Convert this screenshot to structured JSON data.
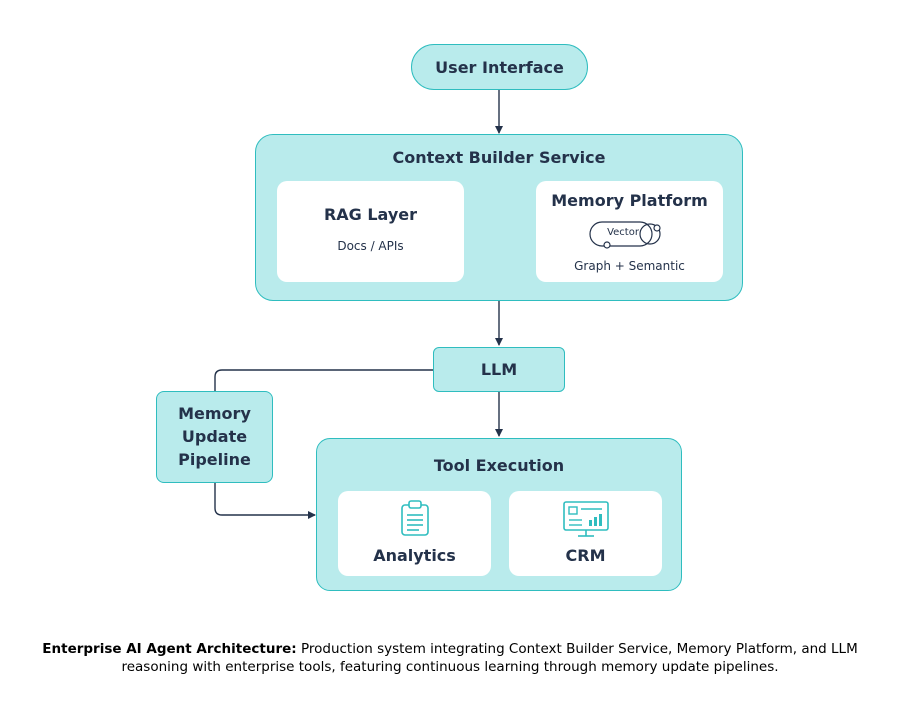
{
  "nodes": {
    "user_interface": "User Interface",
    "context_builder": "Context Builder Service",
    "rag_layer": {
      "title": "RAG Layer",
      "subtitle": "Docs / APIs"
    },
    "memory_platform": {
      "title": "Memory Platform",
      "badge": "Vector",
      "subtitle": "Graph + Semantic"
    },
    "llm": "LLM",
    "memory_update": [
      "Memory",
      "Update",
      "Pipeline"
    ],
    "tool_execution": "Tool Execution",
    "analytics": "Analytics",
    "crm": "CRM"
  },
  "caption": {
    "bold": "Enterprise AI Agent Architecture:",
    "text": " Production system integrating Context Builder Service, Memory Platform, and LLM reasoning with enterprise tools, featuring continuous learning through memory update pipelines."
  },
  "colors": {
    "fill": "#b9ebec",
    "border": "#2fbdbf",
    "text": "#24324a",
    "line": "#24324a"
  },
  "icons": [
    "clipboard-icon",
    "dashboard-icon",
    "vector-link-icon"
  ]
}
